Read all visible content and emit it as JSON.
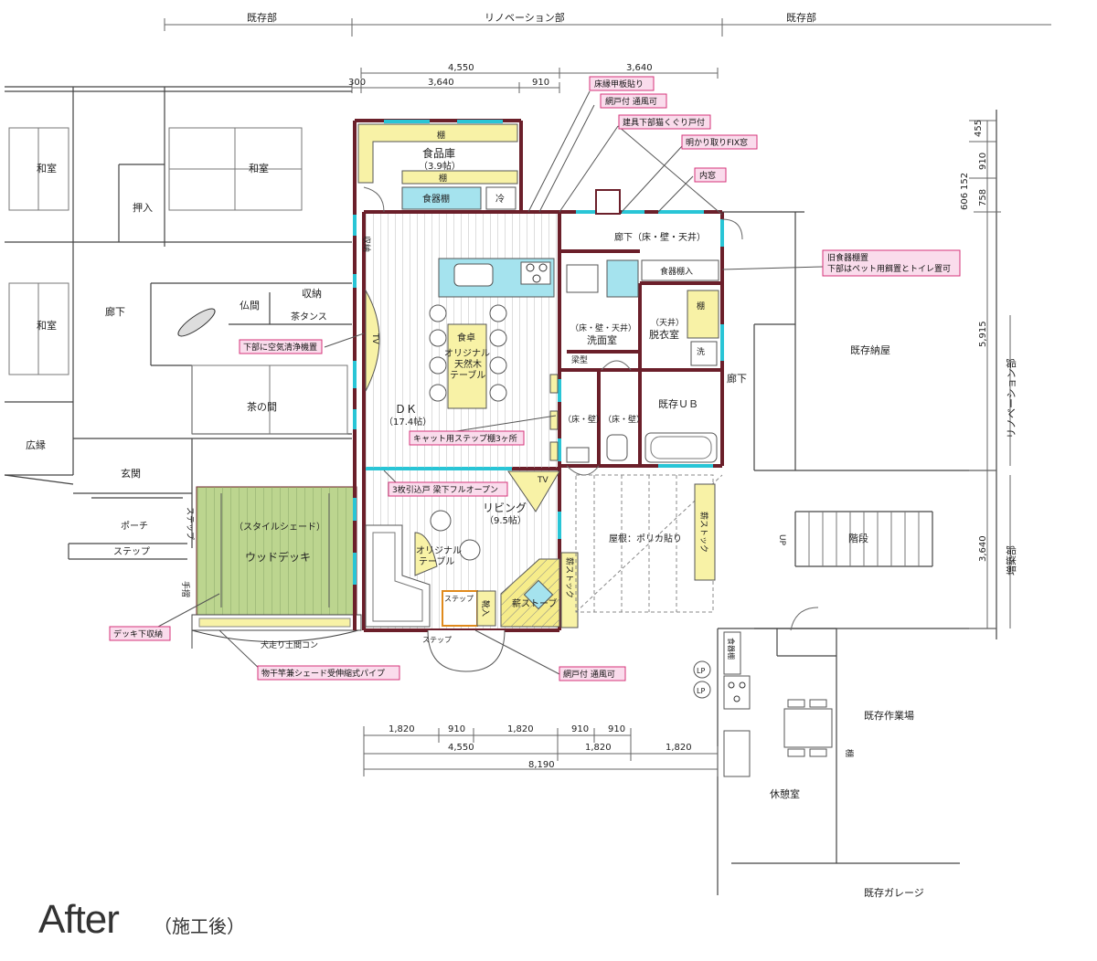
{
  "colors": {
    "wall": "#6b1f2a",
    "wall_light": "#9a6a6a",
    "glass": "#29c5d6",
    "yellow": "#f8f2a6",
    "green": "#bcd58f",
    "blue": "#a5e3ee",
    "callout_fill": "#fadcec",
    "callout_border": "#d6337a",
    "line": "#666666"
  },
  "sections": {
    "left": "既存部",
    "center": "リノベーション部",
    "right": "既存部"
  },
  "dims_top": {
    "a": "4,550",
    "b": "3,640",
    "c": "300",
    "d": "3,640",
    "e": "910"
  },
  "dims_right": {
    "a": "455",
    "b": "910",
    "c": "758",
    "d": "606",
    "e": "152",
    "f": "5,915",
    "g": "3,640",
    "renov": "リノベーション部",
    "ext": "増築部"
  },
  "dims_bottom": {
    "r1": [
      "1,820",
      "910",
      "1,820",
      "910",
      "910"
    ],
    "r2": [
      "4,550",
      "1,820",
      "1,820"
    ],
    "total": "8,190"
  },
  "rooms": {
    "washitsu1": "和室",
    "washitsu2": "和室",
    "washitsu3": "和室",
    "oshiire": "押入",
    "rouka_left": "廊下",
    "butsuma": "仏間",
    "shuno1": "収納",
    "cha_tansu": "茶タンス",
    "chanoma": "茶の間",
    "hiroen": "広縁",
    "genkan": "玄関",
    "porch": "ポーチ",
    "step1": "ステップ",
    "step2": "ステップ",
    "te": "手摺",
    "style_shade": "（スタイルシェード）",
    "wood_deck": "ウッドデッキ",
    "shokuhinko": "食品庫",
    "shokuhinko_size": "（3.9帖）",
    "tana1": "棚",
    "tana2": "棚",
    "shokkidana": "食器棚",
    "rei": "冷",
    "shuno2": "収納",
    "tv1": "TV",
    "tv2": "TV",
    "dk": "ＤＫ",
    "dk_size": "（17.4帖）",
    "shokutaku": "食卓",
    "orig_table1": "オリジナル",
    "orig_table2": "天然木",
    "orig_table3": "テーブル",
    "living": "リビング",
    "living_size": "（9.5帖）",
    "orig_small1": "オリジナル",
    "orig_small2": "テーブル",
    "step_small": "ステップ",
    "kutsu": "靴入",
    "makistove": "薪ストーブ",
    "makistock1": "薪ストック",
    "makistock2": "薪ストック",
    "rouka_top": "廊下（床・壁・天井）",
    "shokki_ire": "食器棚入",
    "senmen1": "（床・壁・天井）",
    "senmen2": "洗面室",
    "datsui1": "（天井）",
    "datsui2": "脱衣室",
    "sen": "洗",
    "tana3": "棚",
    "kizon_ub": "既存ＵＢ",
    "rouka_right": "廊下",
    "toilet1": "（床・壁）",
    "toilet2": "（床・壁）",
    "kenkata": "梁型",
    "yane": "屋根：ポリカ貼り",
    "makistock3": "薪ストック",
    "kizon_naya": "既存納屋",
    "kaidan": "階段",
    "up": "UP",
    "kizon_sagyoba": "既存作業場",
    "kyukeishitsu": "休憩室",
    "kizon_garage": "既存ガレージ",
    "tana4": "棚",
    "shokki_small": "食器棚",
    "lp": "LP",
    "step3": "ステップ",
    "inubashiri": "犬走り土間コン"
  },
  "callouts": [
    "床縁甲板貼り",
    "網戸付 通風可",
    "建具下部猫くぐり戸付",
    "明かり取りFIX窓",
    "内窓",
    "旧食器棚置",
    "下部はペット用餌置とトイレ置可",
    "下部に空気清浄機置",
    "キャット用ステップ棚3ヶ所",
    "3枚引込戸 梁下フルオープン",
    "デッキ下収納",
    "物干竿兼シェード受伸縮式パイプ",
    "網戸付 通風可"
  ],
  "title": {
    "main": "After",
    "sub": "（施工後）"
  }
}
